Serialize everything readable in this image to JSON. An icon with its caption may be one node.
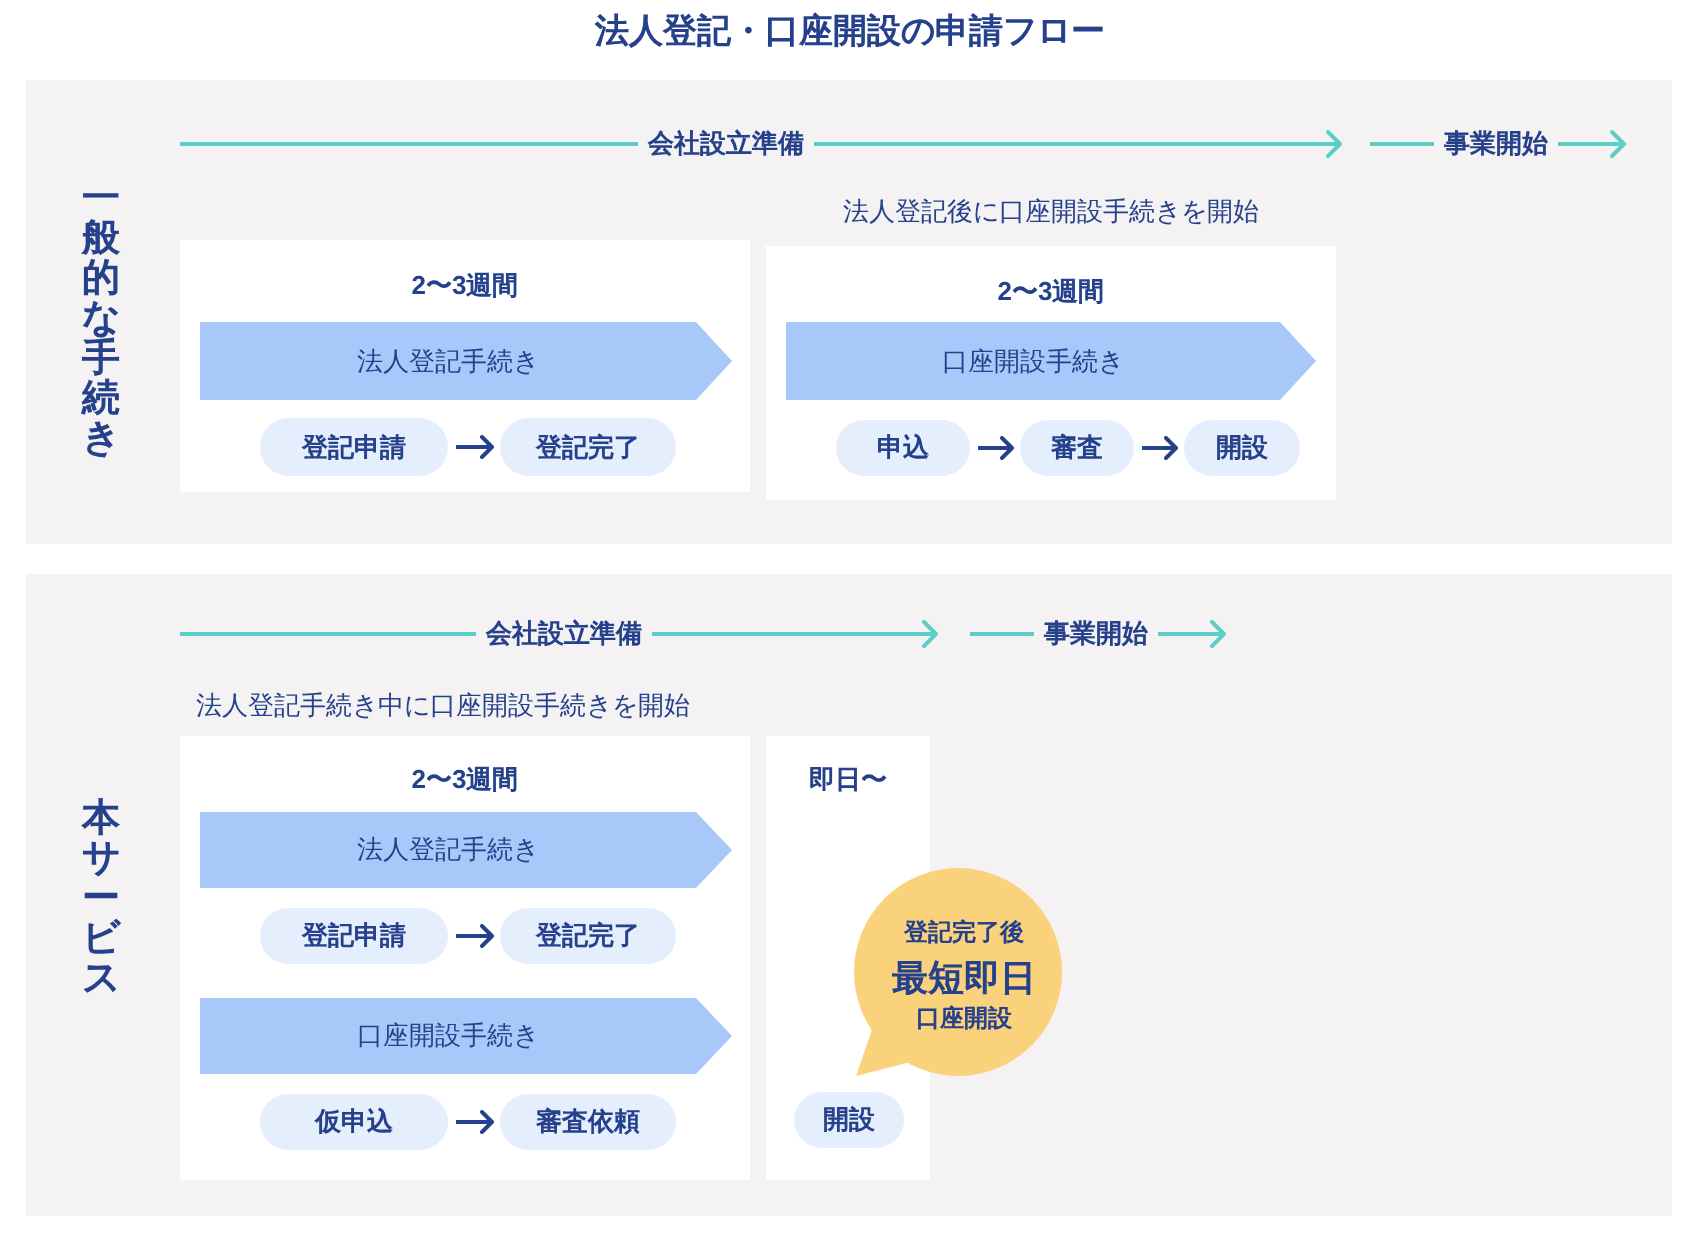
{
  "diagram": {
    "title": "法人登記・口座開設の申請フロー",
    "nodes": [
      {
        "text": [
          "一般的な手続き"
        ]
      },
      {
        "text": [
          "2〜3週間"
        ],
        "in": 0
      },
      {
        "text": [
          "法人登記手続き"
        ],
        "in": 1
      },
      {
        "text": [
          "登記申請"
        ],
        "in": 1
      },
      {
        "text": [
          "登記完了"
        ],
        "in": 1
      },
      {
        "text": [
          "2〜3週間"
        ],
        "in": 0,
        "beside": [
          "法人登記後に口座開設手続きを開始"
        ]
      },
      {
        "text": [
          "口座開設手続き"
        ],
        "in": 5
      },
      {
        "text": [
          "申込"
        ],
        "in": 5
      },
      {
        "text": [
          "審査"
        ],
        "in": 5
      },
      {
        "text": [
          "開設"
        ],
        "in": 5
      },
      {
        "text": [
          "本サービス"
        ]
      },
      {
        "text": [
          "2〜3週間"
        ],
        "in": 10,
        "beside": [
          "法人登記手続き中に口座開設手続きを開始"
        ]
      },
      {
        "text": [
          "法人登記手続き"
        ],
        "in": 11
      },
      {
        "text": [
          "登記申請"
        ],
        "in": 11
      },
      {
        "text": [
          "登記完了"
        ],
        "in": 11
      },
      {
        "text": [
          "口座開設手続き"
        ],
        "in": 11
      },
      {
        "text": [
          "仮申込"
        ],
        "in": 11
      },
      {
        "text": [
          "審査依頼"
        ],
        "in": 11
      },
      {
        "text": [
          "即日〜"
        ],
        "in": 10
      },
      {
        "text": [
          "登記完了後",
          "最短即日",
          "口座開設"
        ],
        "in": 10
      },
      {
        "text": [
          "開設"
        ],
        "in": 18
      }
    ],
    "edges": [
      {
        "from": 3,
        "to": 4,
        "arrow": "to"
      },
      {
        "from": 7,
        "to": 8,
        "arrow": "to"
      },
      {
        "from": 8,
        "to": 9,
        "arrow": "to"
      },
      {
        "from": 13,
        "to": 14,
        "arrow": "to"
      },
      {
        "from": 16,
        "to": 17,
        "arrow": "to"
      }
    ],
    "labels": [
      "会社設立準備",
      "事業開始",
      "会社設立準備",
      "事業開始"
    ]
  }
}
